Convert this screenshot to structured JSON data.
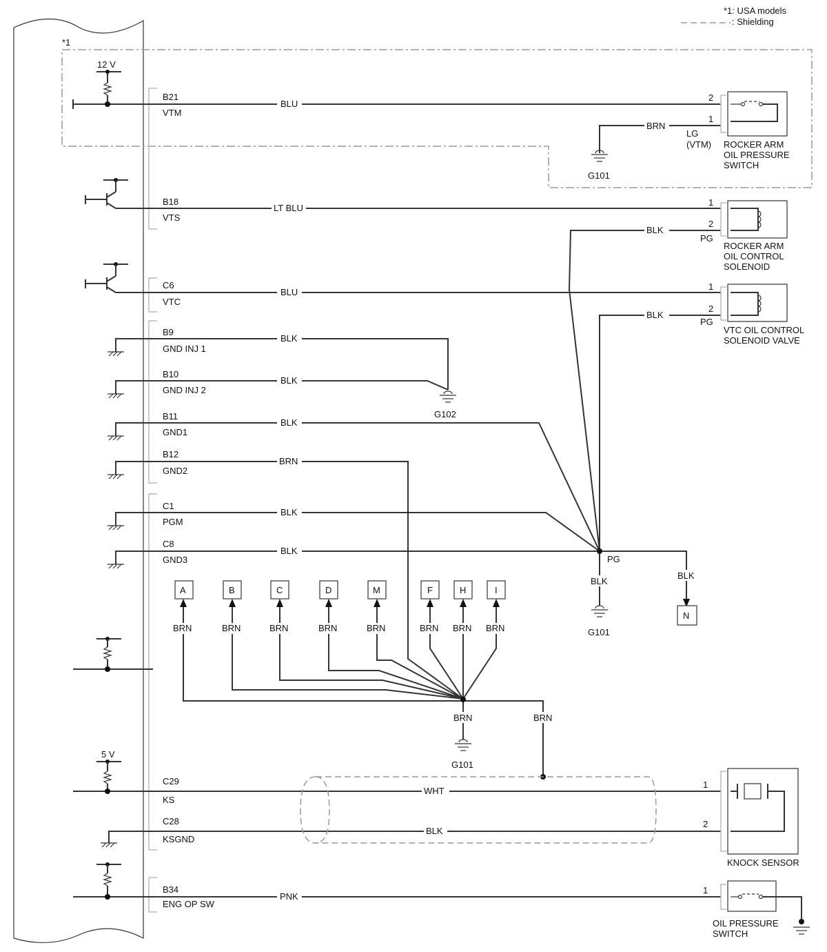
{
  "legend": {
    "usa_note": "*1: USA models",
    "shielding": ": Shielding",
    "region_marker": "*1"
  },
  "supplies": {
    "v12": "12 V",
    "v5": "5 V"
  },
  "terminals": [
    {
      "pin": "B21",
      "name": "VTM"
    },
    {
      "pin": "B18",
      "name": "VTS"
    },
    {
      "pin": "C6",
      "name": "VTC"
    },
    {
      "pin": "B9",
      "name": "GND INJ 1"
    },
    {
      "pin": "B10",
      "name": "GND INJ 2"
    },
    {
      "pin": "B11",
      "name": "GND1"
    },
    {
      "pin": "B12",
      "name": "GND2"
    },
    {
      "pin": "C1",
      "name": "PGM"
    },
    {
      "pin": "C8",
      "name": "GND3"
    },
    {
      "pin": "C29",
      "name": "KS"
    },
    {
      "pin": "C28",
      "name": "KSGND"
    },
    {
      "pin": "B34",
      "name": "ENG OP SW"
    }
  ],
  "wire_colors": {
    "vtm": "BLU",
    "vtm_gnd": "BRN",
    "vts": "LT BLU",
    "vts_gnd": "BLK",
    "vtc": "BLU",
    "vtc_gnd": "BLK",
    "inj1": "BLK",
    "inj2": "BLK",
    "gnd1": "BLK",
    "gnd2": "BRN",
    "pgm": "BLK",
    "gnd3": "BLK",
    "g101_drop": "BLK",
    "to_n": "BLK",
    "brn_bus": "BRN",
    "brn_bus_right": "BRN",
    "ks": "WHT",
    "ksgnd": "BLK",
    "oilsw": "PNK"
  },
  "connector_codes": {
    "pg_solenoid_1": "PG",
    "pg_solenoid_2": "PG",
    "pg_junction": "PG",
    "lg_line1": "LG",
    "lg_line2": "(VTM)"
  },
  "pins": {
    "vtm_2": "2",
    "vtm_1": "1",
    "vts_1": "1",
    "vts_2": "2",
    "vtc_1": "1",
    "vtc_2": "2",
    "ks_1": "1",
    "ks_2": "2",
    "oil_1": "1"
  },
  "grounds": {
    "g101_top": "G101",
    "g102": "G102",
    "g101_mid": "G101",
    "g101_low": "G101"
  },
  "components": {
    "rocker_switch": [
      "ROCKER ARM",
      "OIL PRESSURE",
      "SWITCH"
    ],
    "rocker_solenoid": [
      "ROCKER ARM",
      "OIL CONTROL",
      "SOLENOID"
    ],
    "vtc_solenoid": [
      "VTC OIL CONTROL",
      "SOLENOID VALVE"
    ],
    "knock_sensor": [
      "KNOCK SENSOR"
    ],
    "oil_switch": [
      "OIL PRESSURE",
      "SWITCH"
    ]
  },
  "refs": [
    "A",
    "B",
    "C",
    "D",
    "M",
    "F",
    "H",
    "I"
  ],
  "ref_n": "N",
  "ref_wire": "BRN"
}
